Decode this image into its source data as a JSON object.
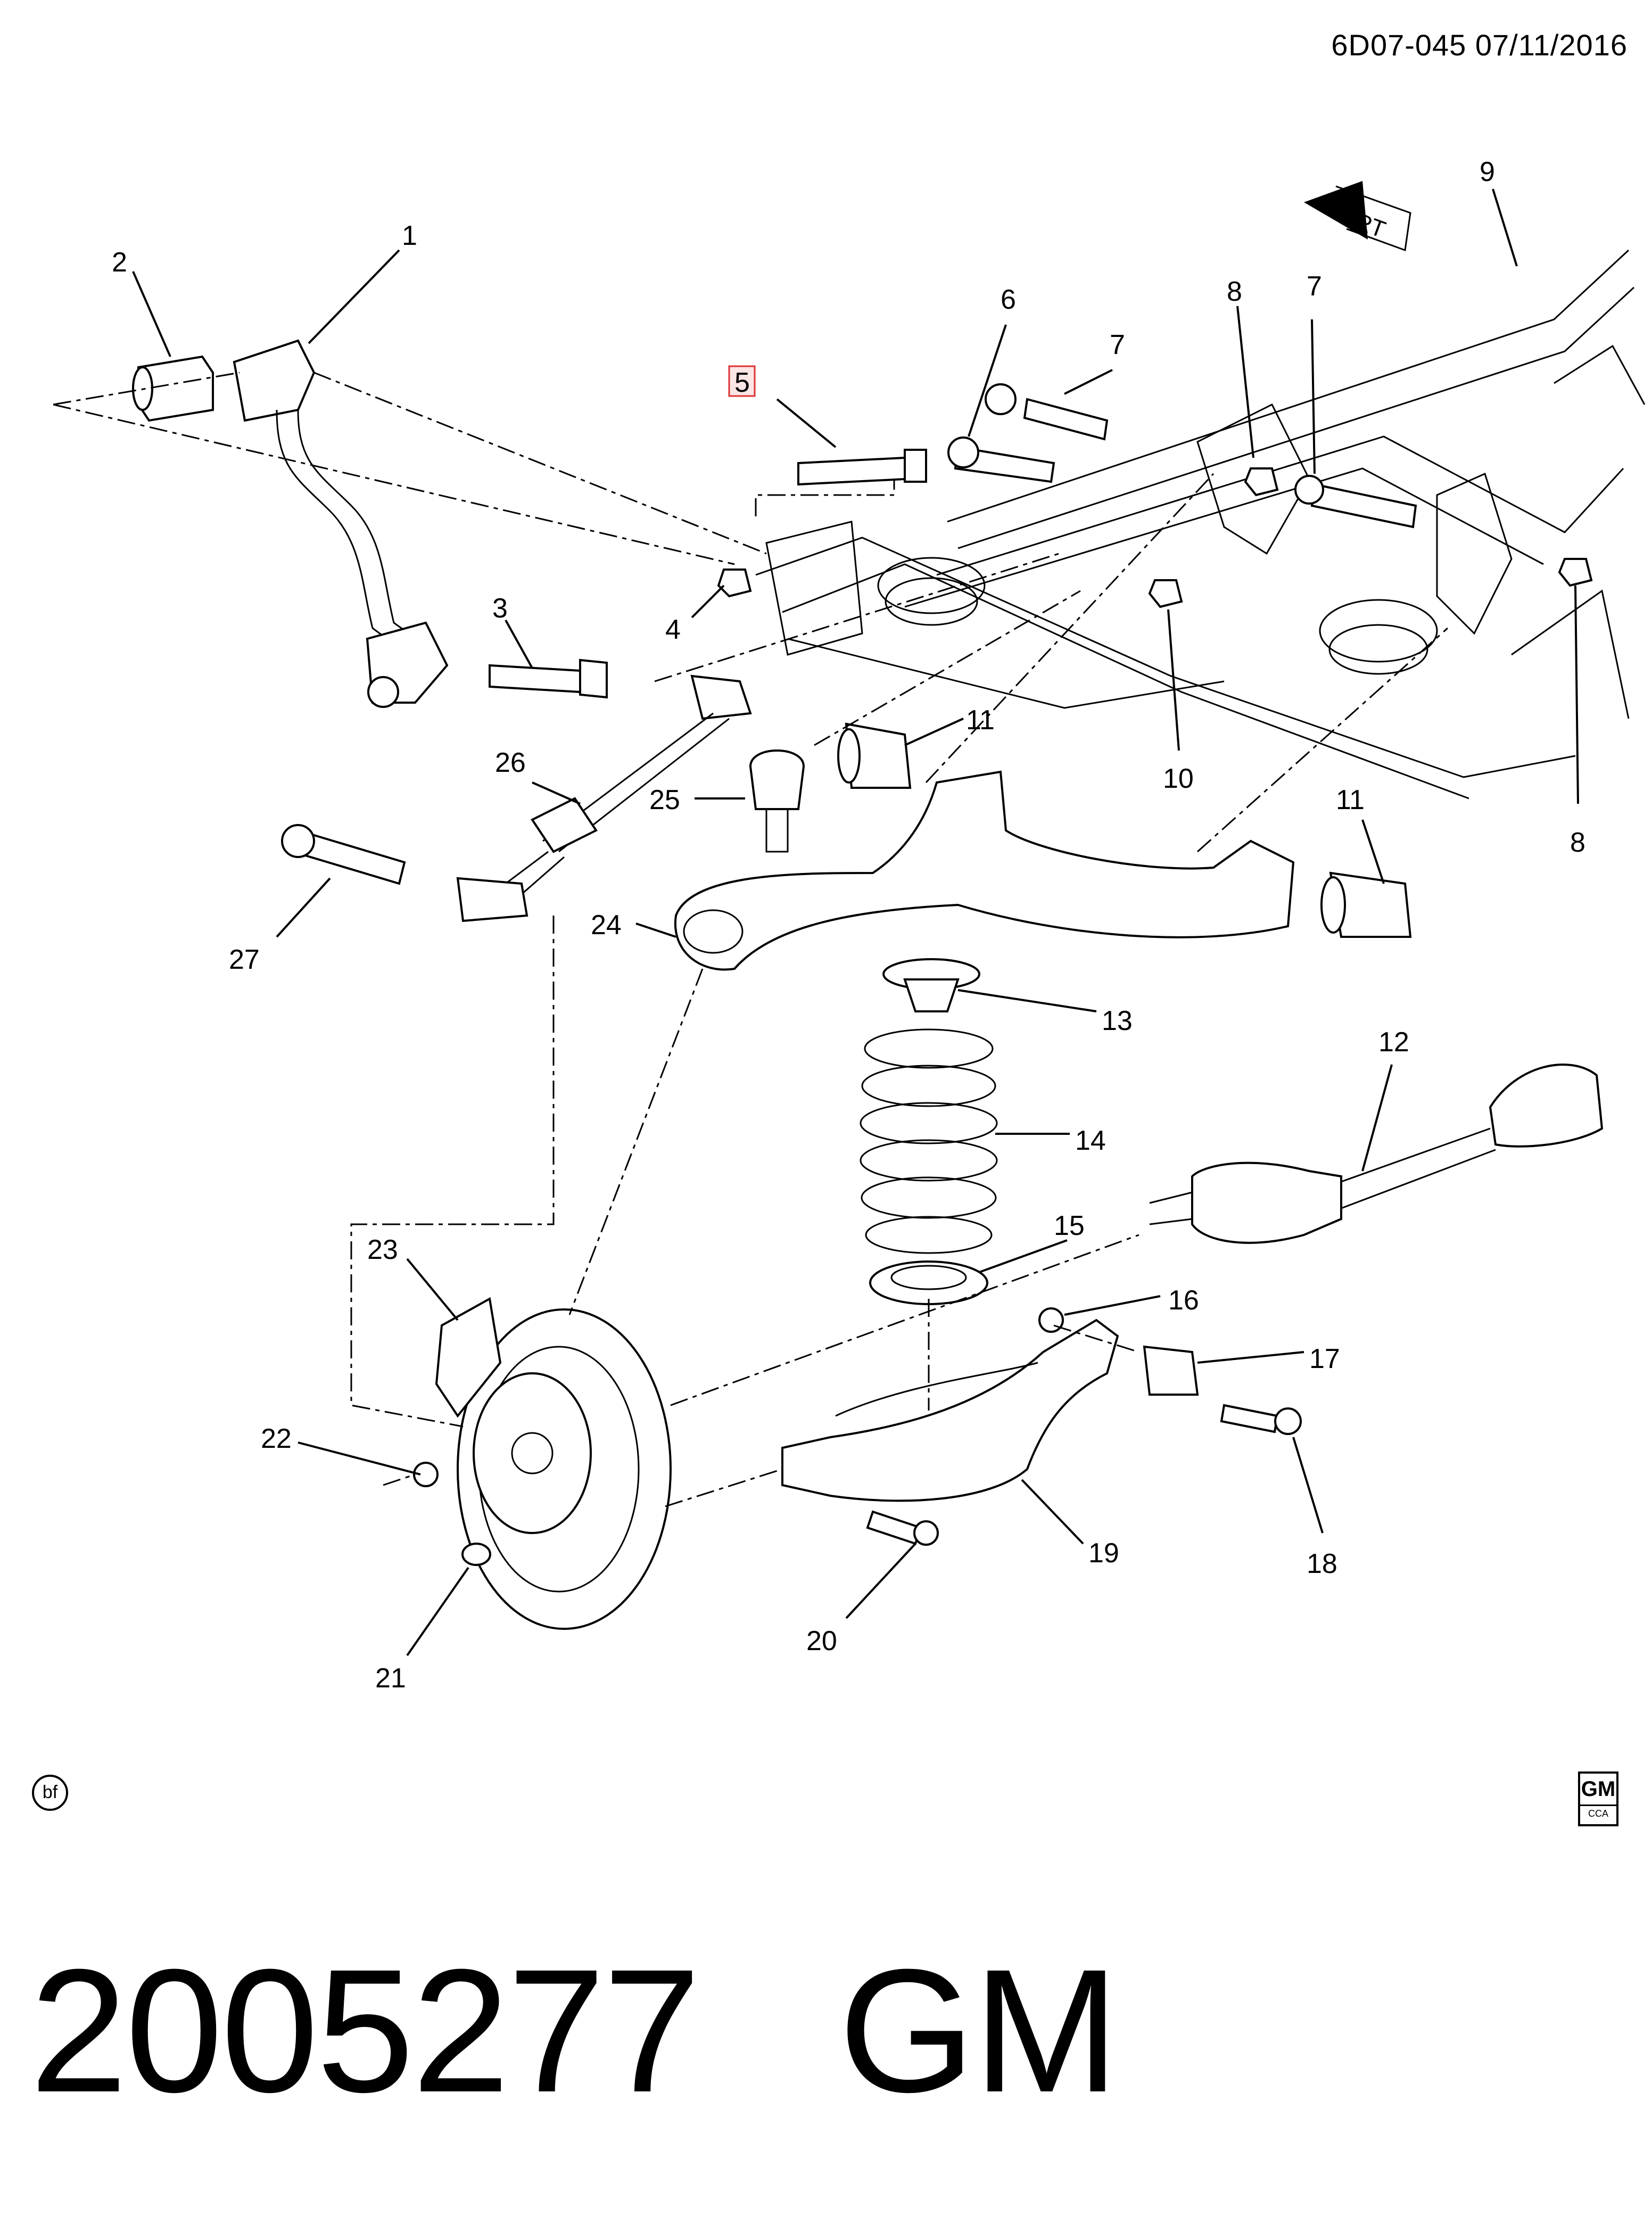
{
  "header": {
    "ref": "6D07-045  07/11/2016"
  },
  "front_indicator": "FRT",
  "callouts": [
    {
      "id": "c1",
      "label": "1"
    },
    {
      "id": "c2",
      "label": "2"
    },
    {
      "id": "c3",
      "label": "3"
    },
    {
      "id": "c4",
      "label": "4"
    },
    {
      "id": "c5",
      "label": "5",
      "highlighted": true
    },
    {
      "id": "c6",
      "label": "6"
    },
    {
      "id": "c7a",
      "label": "7"
    },
    {
      "id": "c7b",
      "label": "7"
    },
    {
      "id": "c8a",
      "label": "8"
    },
    {
      "id": "c8b",
      "label": "8"
    },
    {
      "id": "c9",
      "label": "9"
    },
    {
      "id": "c10",
      "label": "10"
    },
    {
      "id": "c11a",
      "label": "11"
    },
    {
      "id": "c11b",
      "label": "11"
    },
    {
      "id": "c12",
      "label": "12"
    },
    {
      "id": "c13",
      "label": "13"
    },
    {
      "id": "c14",
      "label": "14"
    },
    {
      "id": "c15",
      "label": "15"
    },
    {
      "id": "c16",
      "label": "16"
    },
    {
      "id": "c17",
      "label": "17"
    },
    {
      "id": "c18",
      "label": "18"
    },
    {
      "id": "c19",
      "label": "19"
    },
    {
      "id": "c20",
      "label": "20"
    },
    {
      "id": "c21",
      "label": "21"
    },
    {
      "id": "c22",
      "label": "22"
    },
    {
      "id": "c23",
      "label": "23"
    },
    {
      "id": "c24",
      "label": "24"
    },
    {
      "id": "c25",
      "label": "25"
    },
    {
      "id": "c26",
      "label": "26"
    },
    {
      "id": "c27",
      "label": "27"
    }
  ],
  "artist_mark": "bf",
  "logo": {
    "brand": "GM",
    "sub": "CCA"
  },
  "footer": {
    "part_number": "2005277",
    "brand": "GM"
  },
  "colors": {
    "ink": "#000000",
    "highlight_fill": "#fbe5e5",
    "highlight_stroke": "#dd3333"
  }
}
